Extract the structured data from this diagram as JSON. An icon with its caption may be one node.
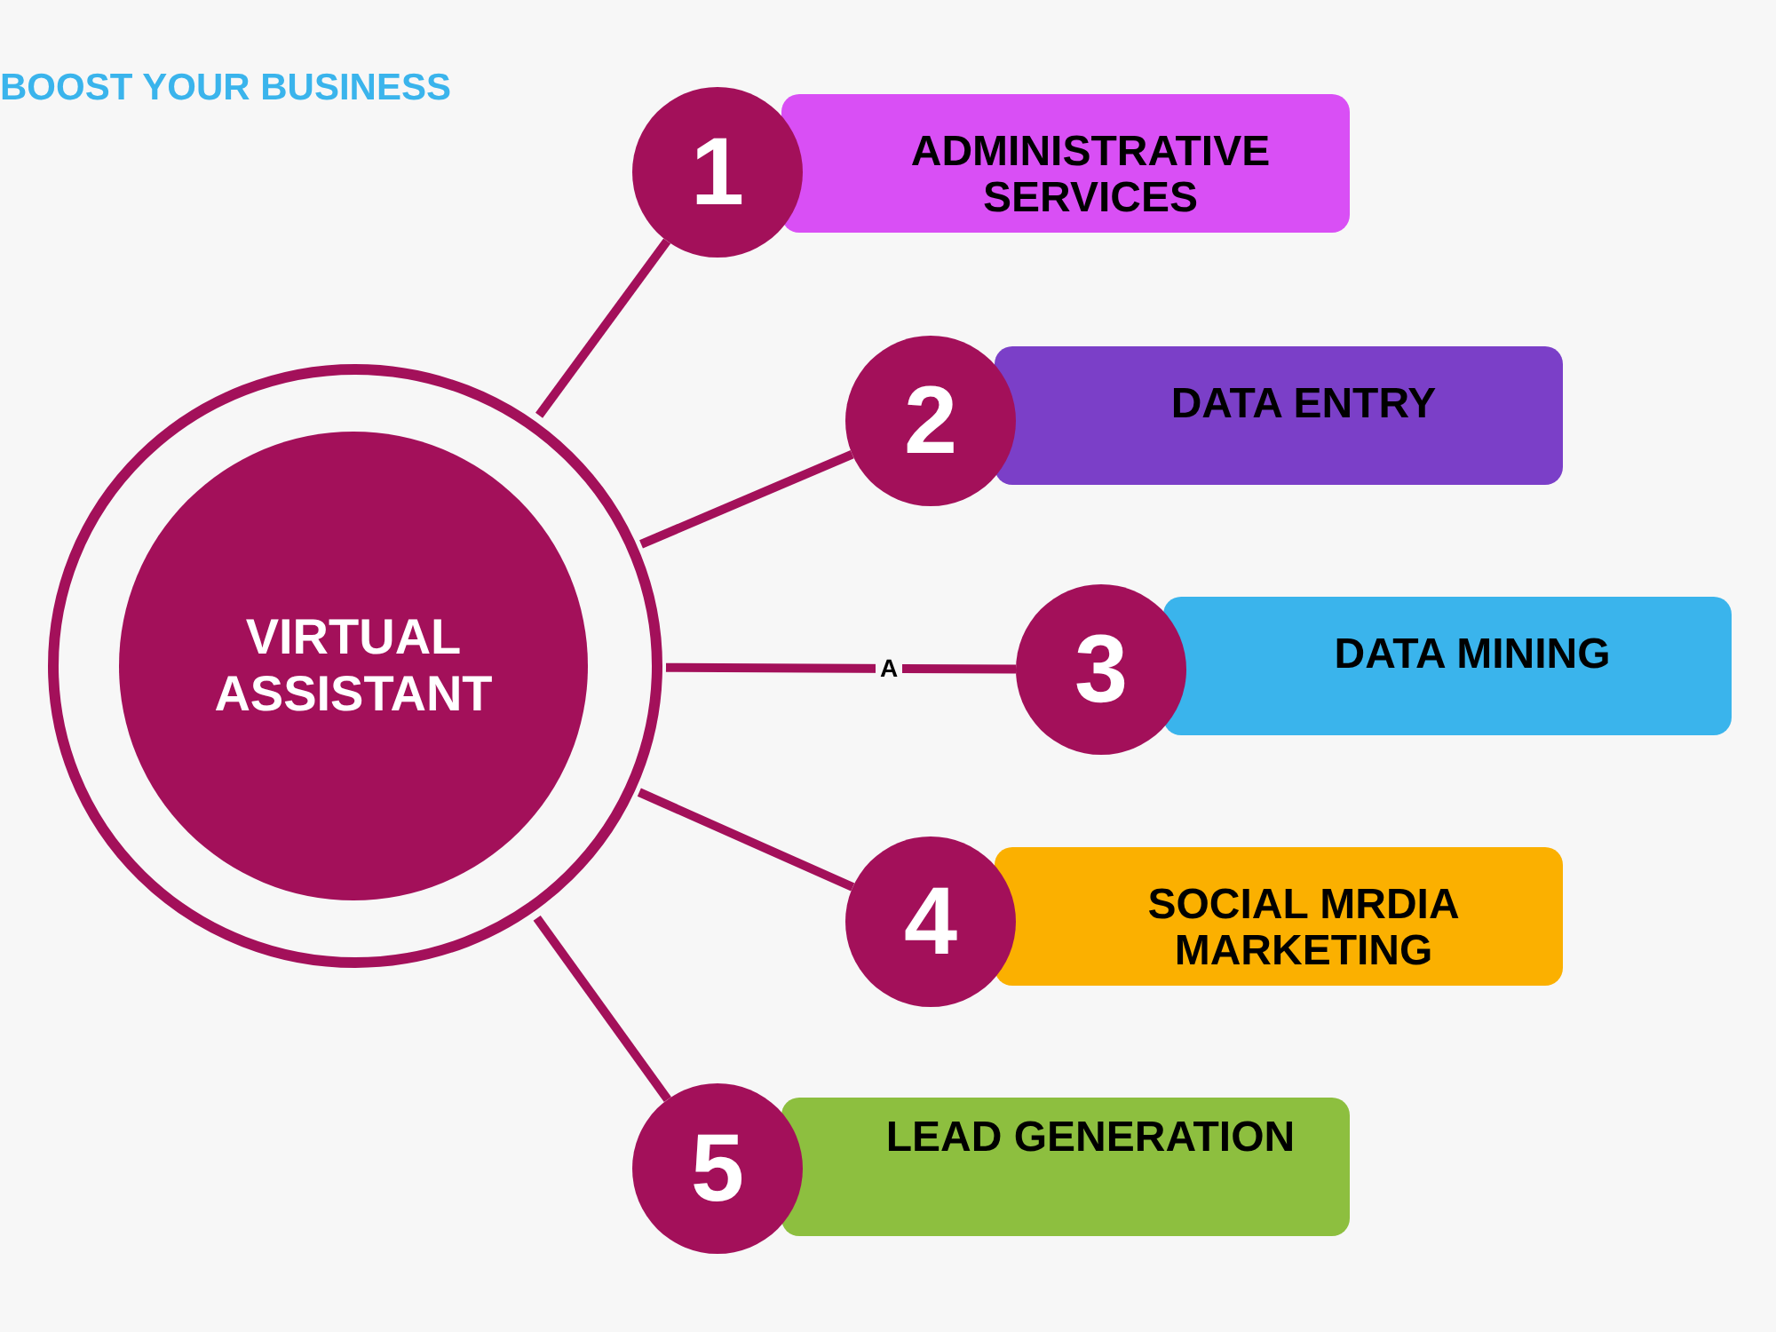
{
  "diagram": {
    "title": "BOOST YOUR BUSINESS",
    "nodes": [
      {
        "text": [],
        "shape": "circle"
      },
      {
        "text": [
          "VIRTUAL ASSISTANT"
        ],
        "in": 0
      },
      {
        "text": [
          "1"
        ]
      },
      {
        "text": [
          "ADMINISTRATIVE SERVICES"
        ]
      },
      {
        "text": [
          "2"
        ]
      },
      {
        "text": [
          "DATA ENTRY"
        ]
      },
      {
        "text": [
          "3"
        ]
      },
      {
        "text": [
          "DATA MINING"
        ]
      },
      {
        "text": [
          "4"
        ]
      },
      {
        "text": [
          "SOCIAL MRDIA MARKETING"
        ]
      },
      {
        "text": [
          "5"
        ]
      },
      {
        "text": [
          "LEAD GENERATION"
        ]
      }
    ],
    "edges": [
      {
        "from": 0,
        "to": 2,
        "arrow": "none"
      },
      {
        "from": 0,
        "to": 4,
        "arrow": "none"
      },
      {
        "from": 0,
        "to": 6,
        "arrow": "none",
        "label": "A"
      },
      {
        "from": 0,
        "to": 8,
        "arrow": "none"
      },
      {
        "from": 0,
        "to": 10,
        "arrow": "none"
      }
    ]
  }
}
